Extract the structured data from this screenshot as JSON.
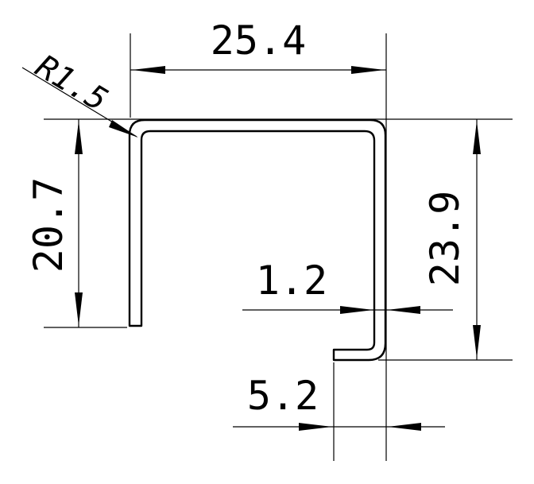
{
  "dimensions": {
    "width": "25.4",
    "radius": "R1.5",
    "left_height": "20.7",
    "right_height": "23.9",
    "thickness": "1.2",
    "lip": "5.2"
  },
  "colors": {
    "line": "#000000",
    "background": "#ffffff"
  }
}
